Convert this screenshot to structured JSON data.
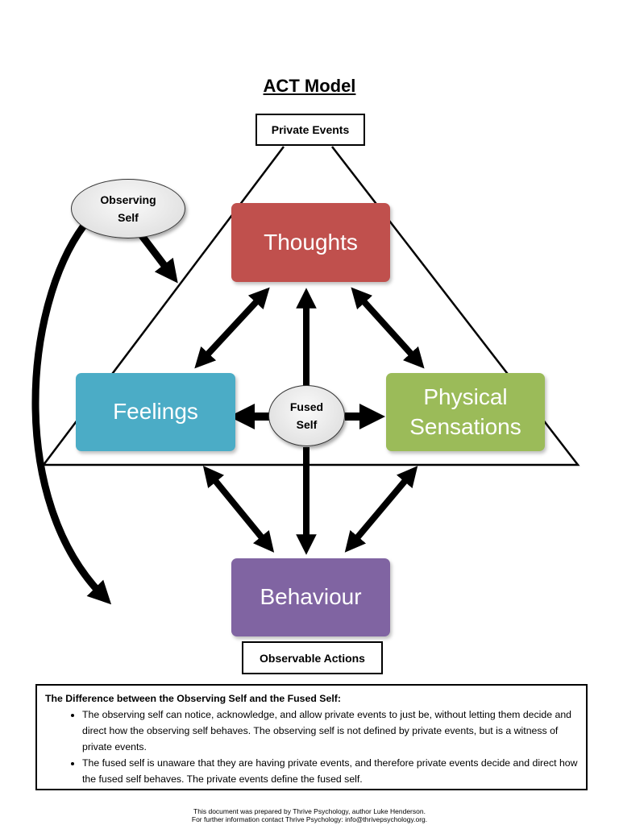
{
  "title": "ACT Model",
  "labels": {
    "private_events": "Private Events",
    "observable_actions": "Observable Actions"
  },
  "nodes": {
    "thoughts": "Thoughts",
    "feelings": "Feelings",
    "physical_line1": "Physical",
    "physical_line2": "Sensations",
    "behaviour": "Behaviour"
  },
  "ellipses": {
    "observing_self": "Observing\nSelf",
    "fused_self": "Fused\nSelf"
  },
  "colors": {
    "thoughts": "#c0504d",
    "feelings": "#4bacc6",
    "physical": "#9bbb59",
    "behaviour": "#8064a2"
  },
  "info": {
    "heading": "The Difference between the Observing Self and the Fused Self:",
    "bullets": [
      "The observing self can notice, acknowledge, and allow private events to just be, without letting them decide and direct how the observing self behaves. The observing self is not defined by private events, but is a witness of private events.",
      "The fused self is unaware that they are having private events, and therefore private events decide and direct how the fused self behaves. The private events define the fused self."
    ]
  },
  "footer": {
    "line1": "This document was prepared by Thrive Psychology, author Luke Henderson.",
    "line2": "For further information contact Thrive Psychology: info@thrivepsychology.org."
  }
}
